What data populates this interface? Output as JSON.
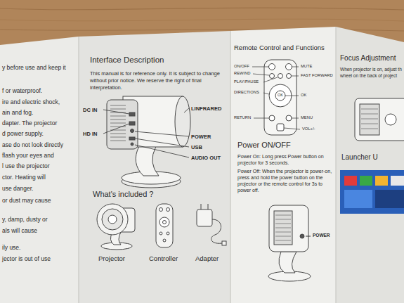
{
  "diagram": {
    "nodes": [
      {
        "text": [
          "y before use and keep it",
          "f or waterproof.",
          "ire and electric shock,",
          "ain and fog.",
          "dapter. The projector",
          "d power supply.",
          "ase do not look directly",
          "flash your eyes and",
          "l use the projector",
          "ctor. Heating will",
          "use danger.",
          "or dust may cause",
          "y, damp, dusty or",
          "als will cause",
          "ily use.",
          "jector is out of use"
        ]
      },
      {
        "text": [
          "Interface Description",
          "This manual is for reference only. It is subject to change without prior notice. We reserve the right of final interpretation.",
          "What's included ?"
        ]
      },
      {
        "text": [
          "Remote Control and Functions",
          "Power ON/OFF",
          "Power On: Long press Power button on projector for 3 seconds.",
          "Power Off: When the projector is power-on, press and hold the power button on the projector or the remote control for 3s to power off."
        ]
      },
      {
        "text": [
          "Focus Adjustment",
          "When projector is on, adjust th",
          "wheel on the back of project",
          "Launcher U"
        ]
      }
    ],
    "labels": [
      "DC IN",
      "LINFRARED",
      "HD IN",
      "POWER",
      "USB",
      "AUDIO OUT",
      "Projector",
      "Controller",
      "Adapter",
      "ON/OFF",
      "MUTE",
      "REWIND",
      "FAST FORWARD",
      "PLAY/PAUSE",
      "DIRECTIONS",
      "OK",
      "OK",
      "RETURN",
      "MENU",
      "VOL+/-",
      "POWER"
    ]
  }
}
